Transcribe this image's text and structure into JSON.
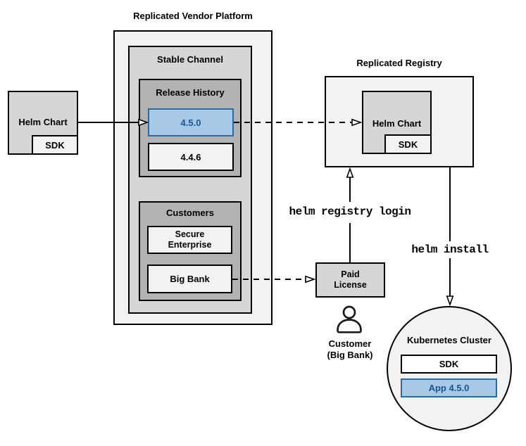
{
  "source_chart": {
    "label": "Helm Chart",
    "sdk": "SDK"
  },
  "platform": {
    "title": "Replicated Vendor Platform",
    "stable_channel": "Stable Channel",
    "release_history": "Release History",
    "release_latest": "4.5.0",
    "release_previous": "4.4.6",
    "customers": "Customers",
    "customer_secure_line1": "Secure",
    "customer_secure_line2": "Enterprise",
    "customer_big_bank": "Big Bank"
  },
  "registry": {
    "title": "Replicated Registry",
    "helm_chart": "Helm Chart",
    "sdk": "SDK"
  },
  "license": {
    "line1": "Paid",
    "line2": "License"
  },
  "customer_caption": {
    "line1": "Customer",
    "line2": "(Big Bank)"
  },
  "cluster": {
    "title": "Kubernetes Cluster",
    "sdk": "SDK",
    "app": "App 4.5.0"
  },
  "commands": {
    "registry_login": "helm registry login",
    "install": "helm install"
  },
  "colors": {
    "highlight_fill": "#a8c8e8",
    "highlight_border": "#2c6aa0",
    "highlight_text": "#19558f",
    "container_light": "#f2f2f2",
    "container_mid": "#d6d6d6",
    "container_dark": "#b3b3b3",
    "line": "#000000",
    "background": "#ffffff"
  }
}
